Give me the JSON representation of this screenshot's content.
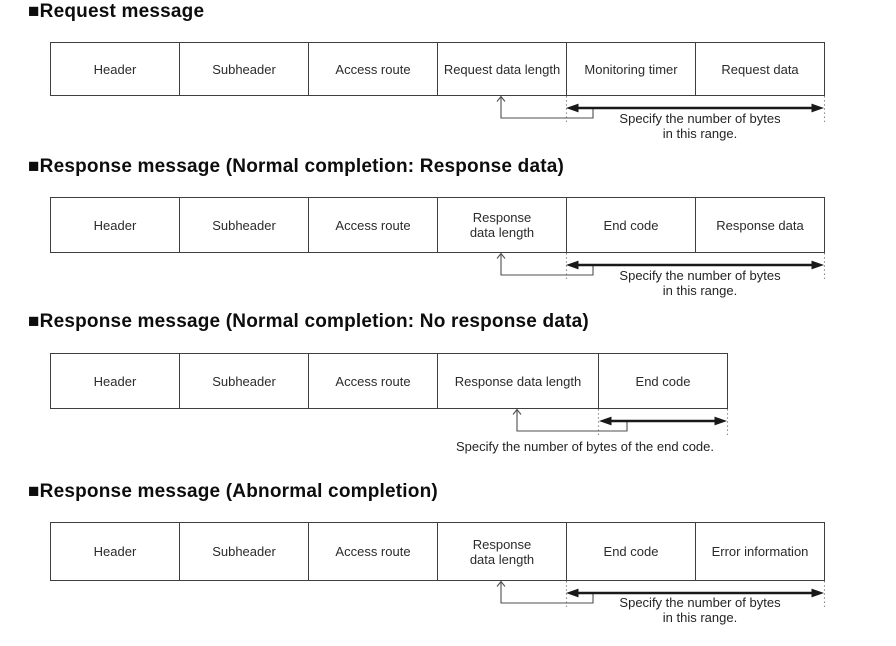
{
  "sections": [
    {
      "title": "■Request message",
      "boxes": [
        "Header",
        "Subheader",
        "Access route",
        "Request data length",
        "Monitoring timer",
        "Request data"
      ],
      "note": "Specify the number of bytes\nin this range."
    },
    {
      "title": "■Response message (Normal completion: Response data)",
      "boxes": [
        "Header",
        "Subheader",
        "Access route",
        "Response\ndata length",
        "End code",
        "Response data"
      ],
      "note": "Specify the number of bytes\nin this range."
    },
    {
      "title": "■Response message (Normal completion: No response data)",
      "boxes": [
        "Header",
        "Subheader",
        "Access route",
        "Response data length",
        "End code"
      ],
      "note": "Specify the number of bytes of the end code."
    },
    {
      "title": "■Response message (Abnormal completion)",
      "boxes": [
        "Header",
        "Subheader",
        "Access route",
        "Response\ndata length",
        "End code",
        "Error information"
      ],
      "note": "Specify the number of bytes\nin this range."
    }
  ],
  "colors": {
    "box_border": "#3f3f3f",
    "range_arrow": "#191919",
    "pointer_line": "#4f4f4f",
    "dotted_guide": "#8a8a8a",
    "text": "#242424"
  }
}
